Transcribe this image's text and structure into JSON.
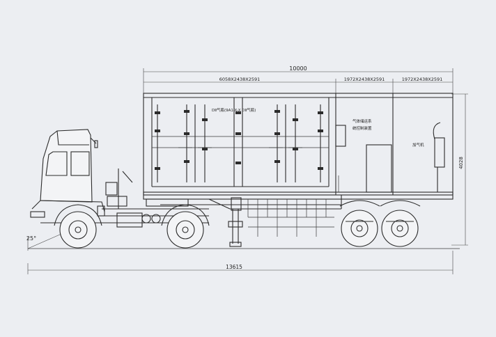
{
  "dimensions": {
    "overall_length": "10000",
    "container_1": "6058X2438X2591",
    "container_2": "1972X2438X2591",
    "container_3": "1972X2438X2591",
    "height": "4028",
    "total_length": "13615",
    "angle": "25°"
  },
  "labels": {
    "container_1_label": "DⅡ气瓶(9A1-X-X DⅡ气瓶)",
    "container_2_label_line1": "气体储运系",
    "container_2_label_line2": "统控制装置",
    "container_3_label": "加气机"
  }
}
